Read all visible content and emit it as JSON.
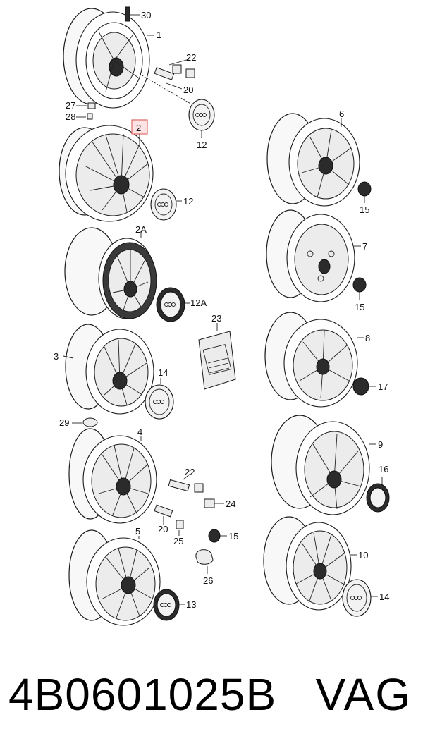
{
  "callouts": {
    "c30": "30",
    "c1": "1",
    "c22a": "22",
    "c20a": "20",
    "c27": "27",
    "c28": "28",
    "c12a": "12",
    "c2": "2",
    "c12b": "12",
    "c2A": "2A",
    "c12A": "12A",
    "c3": "3",
    "c14a": "14",
    "c29": "29",
    "c23": "23",
    "c4": "4",
    "c22b": "22",
    "c24": "24",
    "c20b": "20",
    "c25": "25",
    "c15c": "15",
    "c26": "26",
    "c5": "5",
    "c13": "13",
    "c6": "6",
    "c15a": "15",
    "c7": "7",
    "c15b": "15",
    "c8": "8",
    "c17": "17",
    "c9": "9",
    "c16": "16",
    "c10": "10",
    "c14b": "14"
  },
  "highlighted_callout": "2",
  "colors": {
    "highlight_fill": "#fde3e3",
    "highlight_border": "#e06a6a",
    "line": "#222222"
  },
  "footer": {
    "part_number": "4B0601025B",
    "brand": "VAG"
  }
}
